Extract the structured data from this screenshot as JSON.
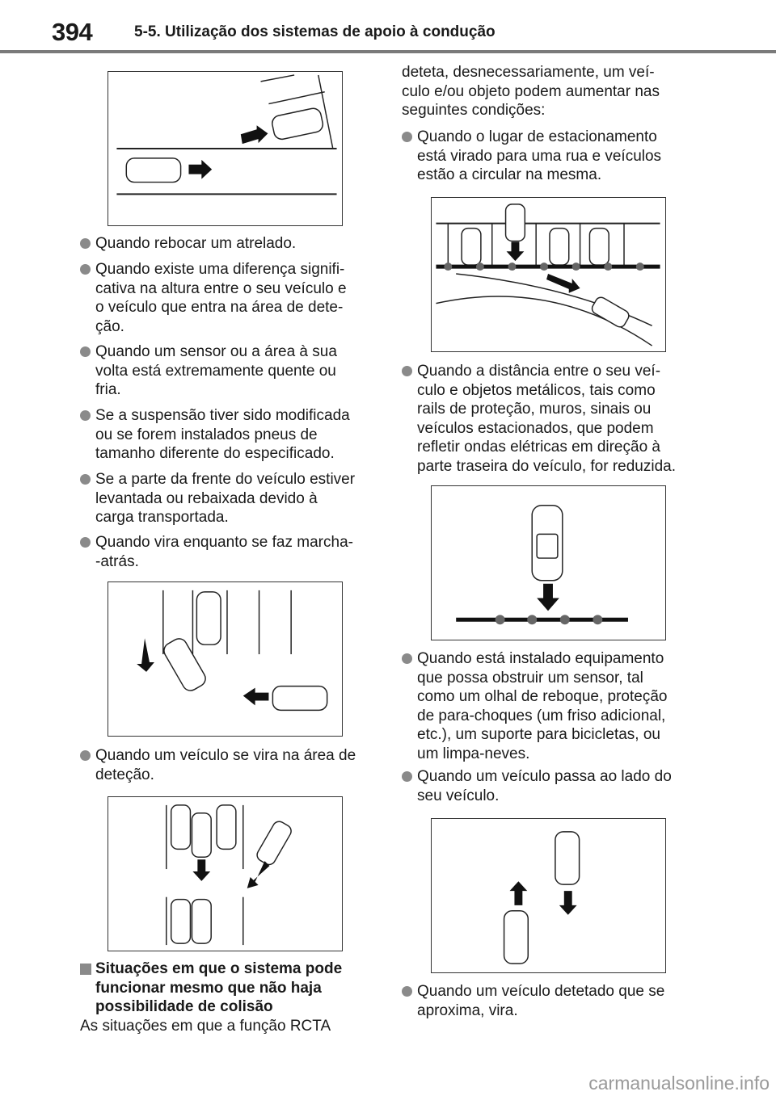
{
  "header": {
    "page_number": "394",
    "section": "5-5. Utilização dos sistemas de apoio à condução"
  },
  "left": {
    "items": [
      "Quando rebocar um atrelado.",
      "Quando existe uma diferença signifi-\ncativa na altura entre o seu veículo e\no veículo que entra na área de dete-\nção.",
      "Quando um sensor ou a área à sua\nvolta está extremamente quente ou\nfria.",
      "Se a suspensão tiver sido modificada\nou se forem instalados pneus de\ntamanho diferente do especificado.",
      "Se a parte da frente do veículo estiver\nlevantada ou rebaixada devido à\ncarga transportada.",
      "Quando vira enquanto se faz marcha-\n-atrás.",
      "Quando um veículo se vira na área de\ndeteção."
    ],
    "heading": "Situações em que o sistema pode\nfuncionar mesmo que não haja\npossibilidade de colisão",
    "para": "As situações em que a função RCTA"
  },
  "right": {
    "para": "deteta, desnecessariamente, um veí-\nculo e/ou objeto podem aumentar nas\nseguintes condições:",
    "items": [
      "Quando o lugar de estacionamento\nestá virado para uma rua e veículos\nestão a circular na mesma.",
      "Quando a distância entre o seu veí-\nculo e objetos metálicos, tais como\nrails de proteção, muros, sinais ou\nveículos estacionados, que podem\nrefletir ondas elétricas em direção à\nparte traseira do veículo, for reduzida.",
      "Quando está instalado equipamento\nque possa obstruir um sensor, tal\ncomo um olhal de reboque, proteção\nde para-choques (um friso adicional,\netc.), um suporte para bicicletas, ou\num limpa-neves.",
      "Quando um veículo passa ao lado do\nseu veículo.",
      "Quando um veículo detetado que se\naproxima, vira."
    ]
  },
  "watermark": "carmanualsonline.info"
}
